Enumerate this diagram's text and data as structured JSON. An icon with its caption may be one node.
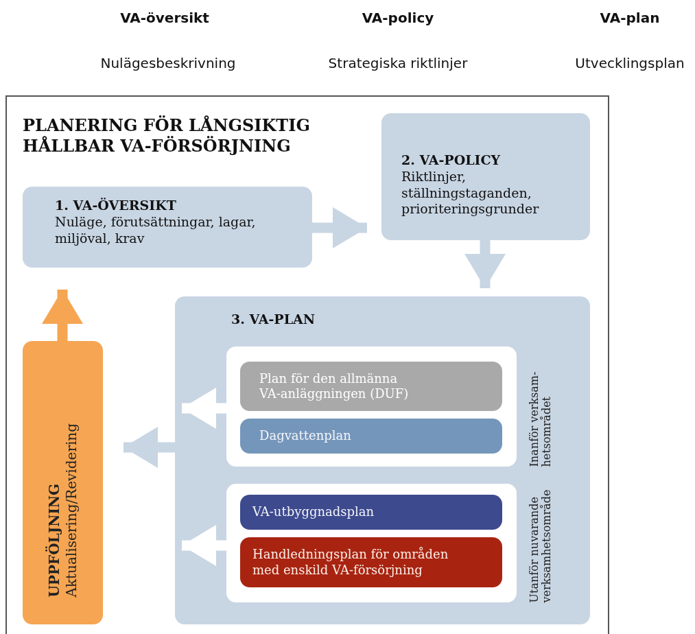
{
  "diagram": {
    "title": "PLANERING FÖR LÅNGSIKTIG HÅLLBAR VA-FÖRSÖRJNING",
    "nodes": [
      {
        "text": [
          "1. VA-ÖVERSIKT",
          "Nuläge, förutsättningar, lagar, miljöval, krav"
        ]
      },
      {
        "text": [
          "2. VA-POLICY",
          "Riktlinjer, ställningstaganden, prioriteringsgrunder"
        ]
      },
      {
        "text": [
          "3. VA-PLAN"
        ]
      },
      {
        "text": [],
        "shape": "box",
        "in": 2,
        "beside": [
          "Inanför verksam- hetsområdet"
        ]
      },
      {
        "text": [
          "Plan för den allmänna VA-anläggningen (DUF)"
        ],
        "in": 3
      },
      {
        "text": [
          "Dagvattenplan"
        ],
        "in": 3
      },
      {
        "text": [],
        "shape": "box",
        "in": 2,
        "beside": [
          "Utanför nuvarande verksamhetsområde"
        ]
      },
      {
        "text": [
          "VA-utbyggnadsplan"
        ],
        "in": 6
      },
      {
        "text": [
          "Handledningsplan för områden med enskild VA-försörjning"
        ],
        "in": 6
      },
      {
        "text": [
          "UPPFÖLJNING",
          "Aktualisering/Revidering"
        ]
      }
    ],
    "edges": [
      {
        "from": 0,
        "to": 1,
        "arrow": "to"
      },
      {
        "from": 1,
        "to": 2,
        "arrow": "to"
      },
      {
        "from": 3,
        "to": null,
        "arrow": "to",
        "color": "#ffffff"
      },
      {
        "from": 6,
        "to": null,
        "arrow": "to",
        "color": "#ffffff"
      },
      {
        "from": 2,
        "to": 9,
        "arrow": "to"
      },
      {
        "from": 9,
        "to": 0,
        "arrow": "to",
        "color": "#f6a552"
      }
    ],
    "labels": [
      "VA-översikt",
      "VA-policy",
      "VA-plan",
      "Nulägesbeskrivning",
      "Strategiska riktlinjer",
      "Utvecklingsplan"
    ]
  }
}
